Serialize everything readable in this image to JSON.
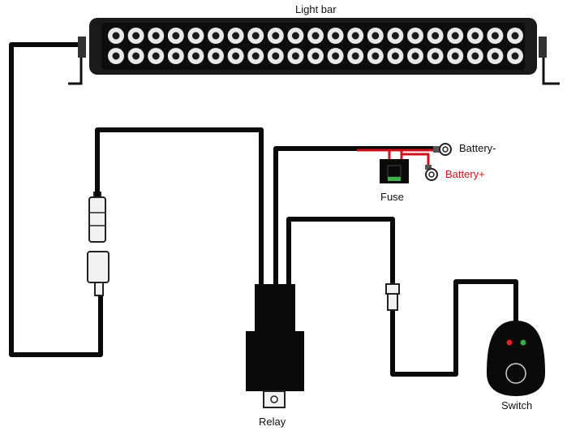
{
  "labels": {
    "light_bar": "Light bar",
    "battery_neg": "Battery-",
    "battery_pos": "Battery+",
    "fuse": "Fuse",
    "relay": "Relay",
    "switch": "Switch"
  },
  "colors": {
    "wire_black": "#0a0a0a",
    "wire_red": "#d0111b",
    "fuse_green": "#3fb24a",
    "led_red": "#e0202a",
    "led_green": "#2fb04a"
  },
  "icons": {
    "light_bar": "light-bar-icon",
    "connector": "plug-connector-icon",
    "fuse": "fuse-holder-icon",
    "relay": "relay-icon",
    "switch": "rocker-switch-icon",
    "ring_terminal": "ring-terminal-icon"
  }
}
